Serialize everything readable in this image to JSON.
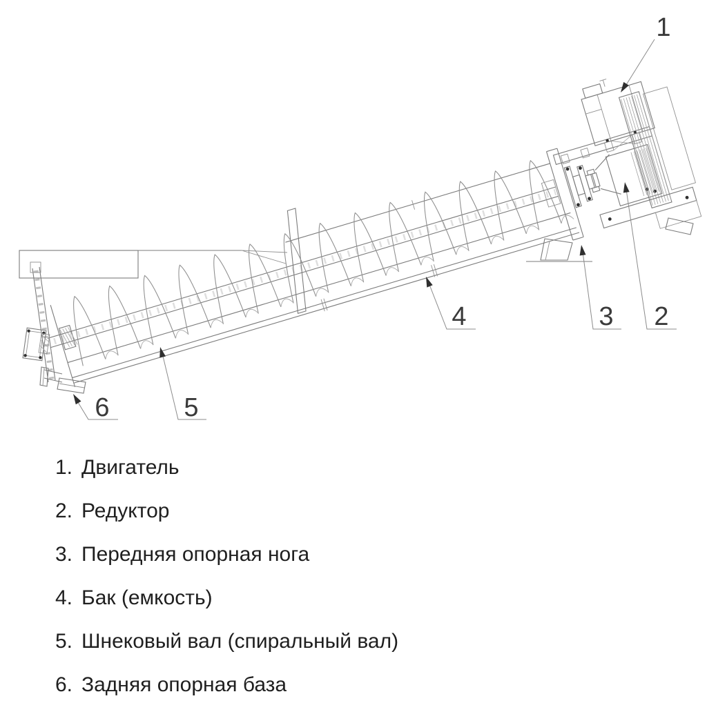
{
  "figure": {
    "callouts": [
      {
        "number": "1"
      },
      {
        "number": "2"
      },
      {
        "number": "3"
      },
      {
        "number": "4"
      },
      {
        "number": "5"
      },
      {
        "number": "6"
      }
    ]
  },
  "legend": {
    "items": [
      {
        "number": "1.",
        "label": "Двигатель"
      },
      {
        "number": "2.",
        "label": "Редуктор"
      },
      {
        "number": "3.",
        "label": "Передняя опорная нога"
      },
      {
        "number": "4.",
        "label": "Бак (емкость)"
      },
      {
        "number": "5.",
        "label": "Шнековый вал (спиральный вал)"
      },
      {
        "number": "6.",
        "label": "Задняя опорная база"
      }
    ]
  }
}
